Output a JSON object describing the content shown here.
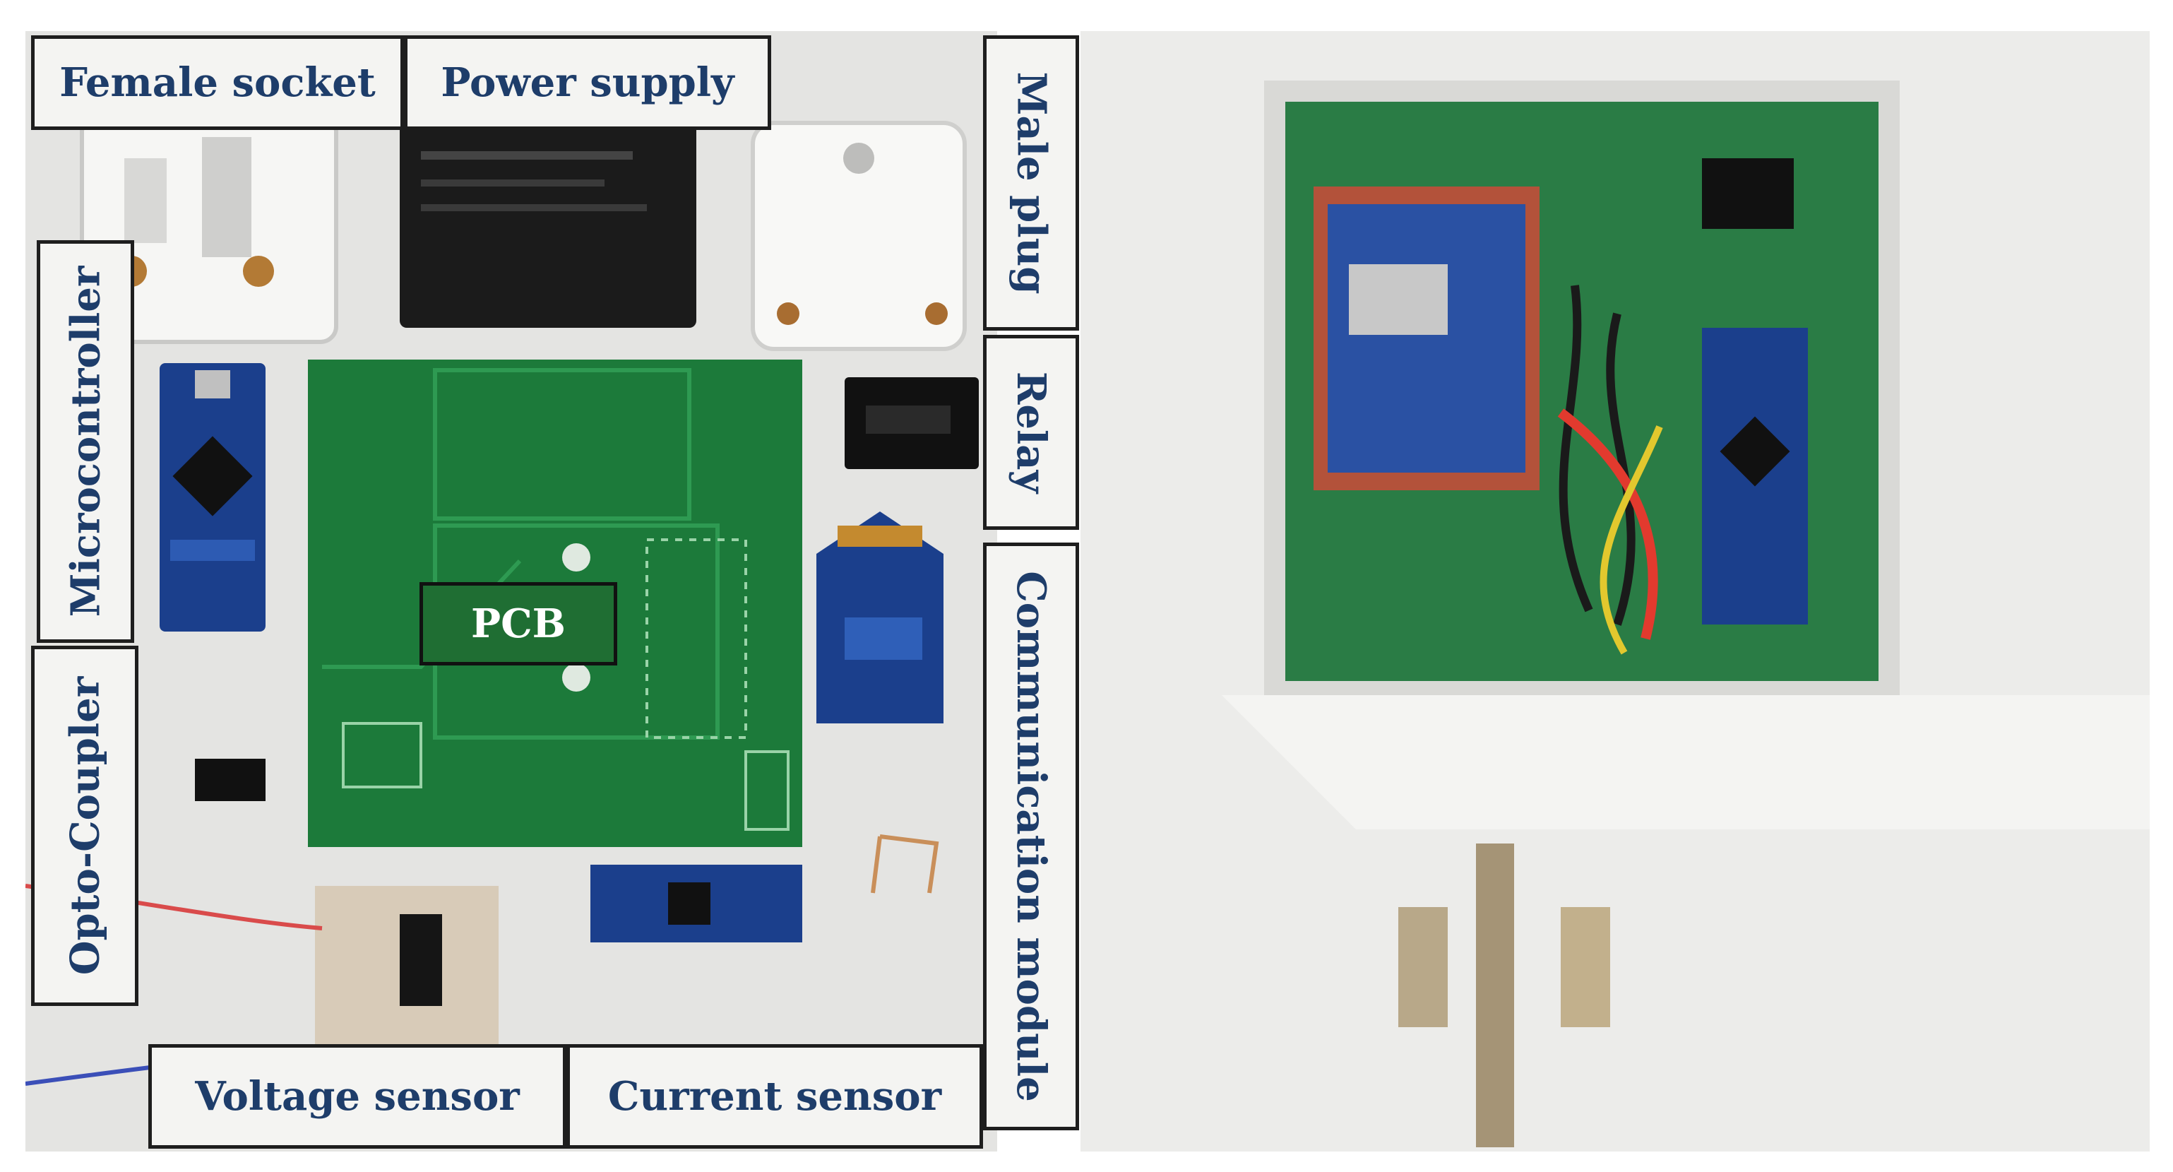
{
  "labels": {
    "female_socket": "Female socket",
    "power_supply": "Power supply",
    "male_plug": "Male plug",
    "relay": "Relay",
    "communication_module": "Communication module",
    "microcontroller": "Microcontroller",
    "opto_coupler": "Opto-Coupler",
    "pcb": "PCB",
    "voltage_sensor": "Voltage sensor",
    "current_sensor": "Current sensor"
  },
  "colors": {
    "label_text": "#1e3d6a",
    "label_border": "#1e1e1e",
    "pcb_green": "#1c7a3a",
    "module_blue": "#1b3f8c"
  }
}
